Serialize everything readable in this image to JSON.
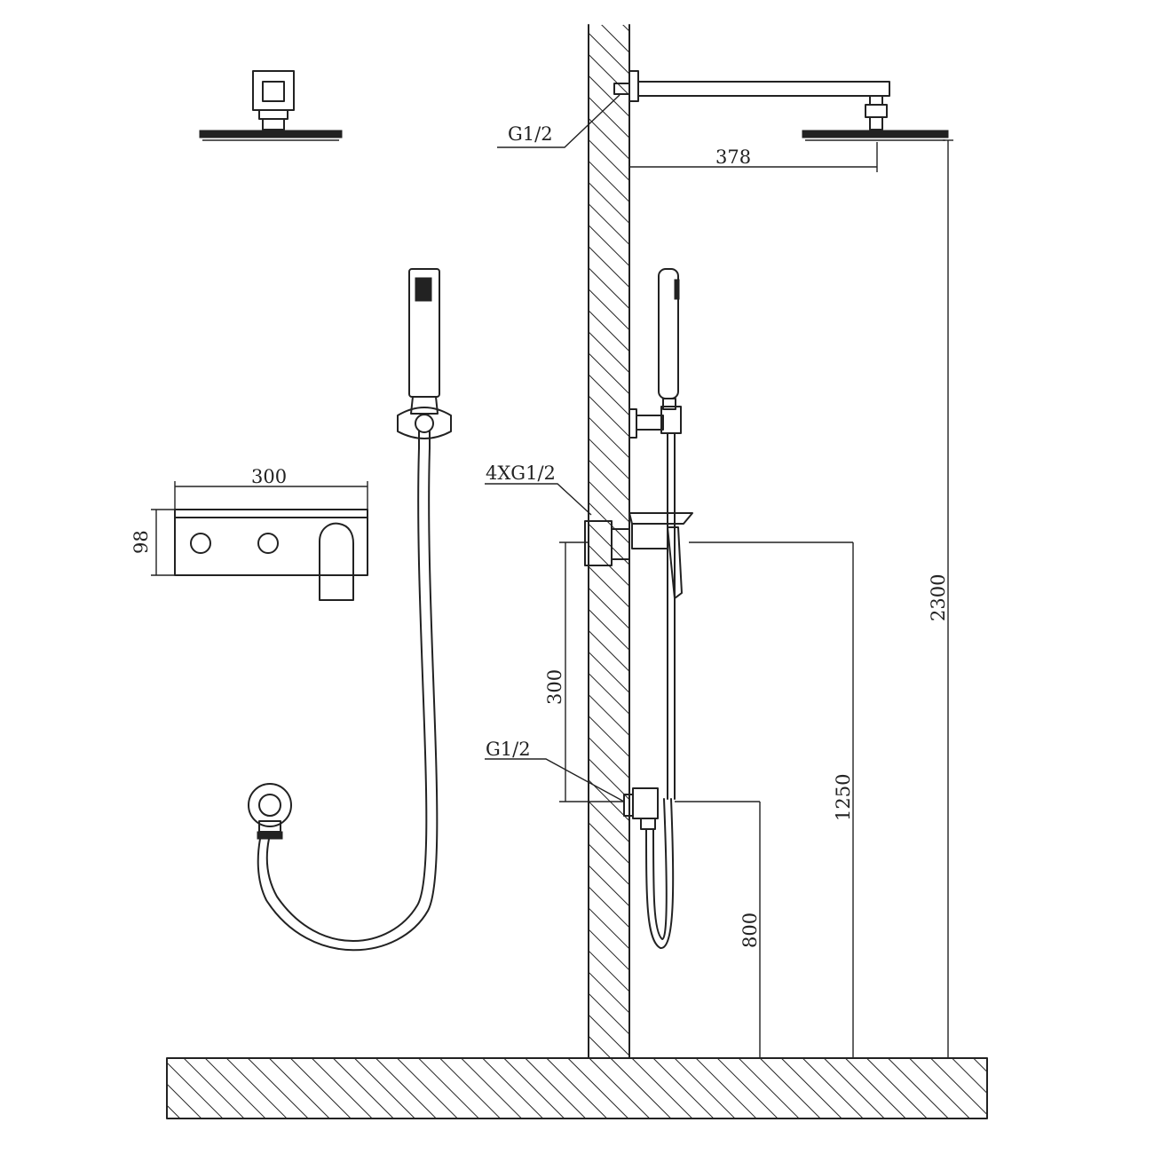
{
  "labels": {
    "g_half_top": "G1/2",
    "g_half_bottom": "G1/2",
    "four_x_g_half": "4XG1/2"
  },
  "dimensions": {
    "arm_length": "378",
    "panel_width": "300",
    "panel_height": "98",
    "valve_spacing": "300",
    "outlet_height": "800",
    "mixer_height": "1250",
    "shower_height": "2300"
  }
}
